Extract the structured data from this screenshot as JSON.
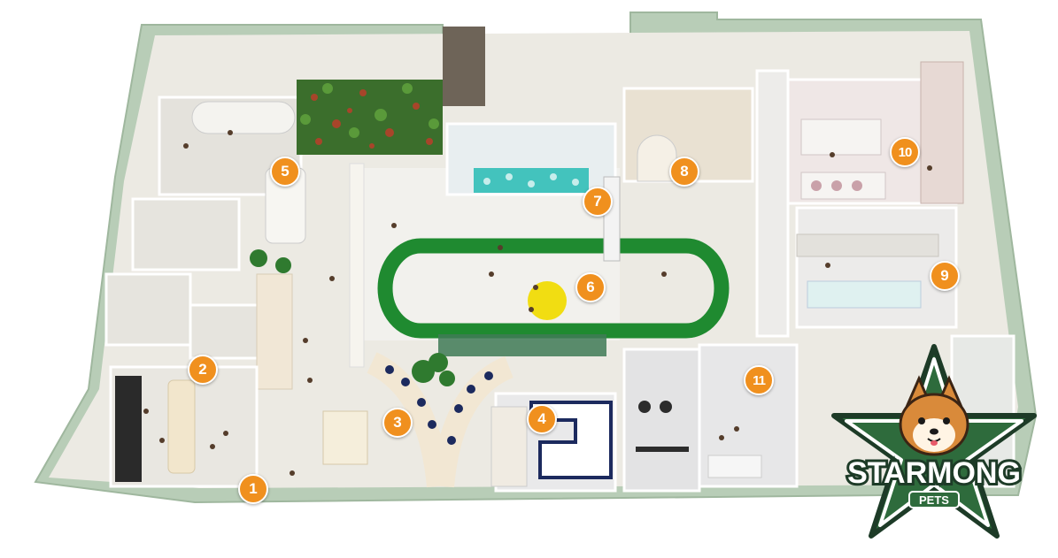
{
  "brand": {
    "name": "STARMONG",
    "sub": "PETS",
    "colors": {
      "green": "#2e6b3c",
      "star_outline": "#1d3b27",
      "dog": "#d98a3a"
    }
  },
  "floorplan": {
    "colors": {
      "wall": "#b8cdb7",
      "floor": "#ebe8e1",
      "turf": "#1e8a2e",
      "marker": "#f0901e",
      "pool": "#43c3bd"
    }
  },
  "markers": [
    "1",
    "2",
    "3",
    "4",
    "5",
    "6",
    "7",
    "8",
    "9",
    "10",
    "11"
  ]
}
